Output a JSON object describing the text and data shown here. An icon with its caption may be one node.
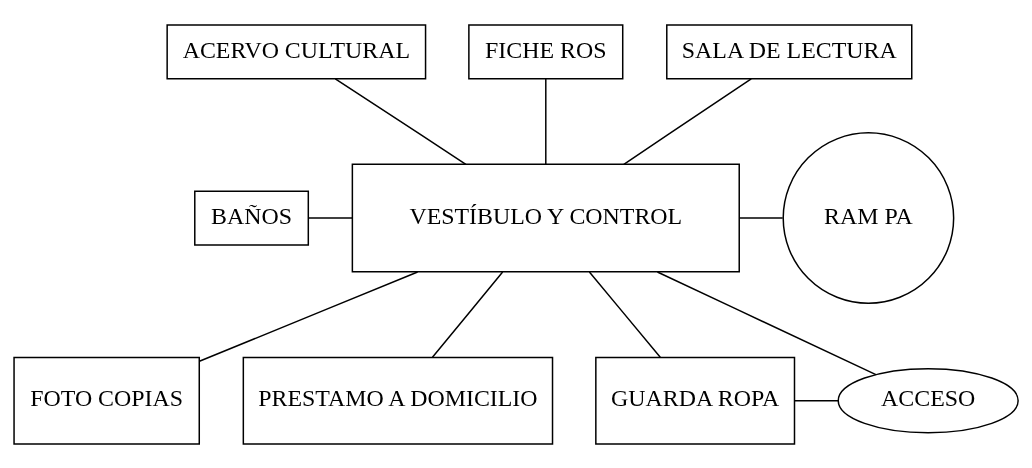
{
  "diagram": {
    "nodes": [
      {
        "text": [
          "ACERVO CULTURAL"
        ]
      },
      {
        "text": [
          "FICHE ROS"
        ]
      },
      {
        "text": [
          "SALA DE LECTURA"
        ]
      },
      {
        "text": [
          "VESTÍBULO Y CONTROL"
        ]
      },
      {
        "text": [
          "BAÑOS"
        ]
      },
      {
        "text": [
          "RAM PA"
        ]
      },
      {
        "text": [
          "FOTO COPIAS"
        ]
      },
      {
        "text": [
          "PRESTAMO A DOMICILIO"
        ]
      },
      {
        "text": [
          "GUARDA ROPA"
        ]
      },
      {
        "text": [
          "ACCESO"
        ]
      }
    ],
    "edges": [
      {
        "from": 0,
        "to": 3,
        "arrow": "none"
      },
      {
        "from": 1,
        "to": 3,
        "arrow": "none"
      },
      {
        "from": 2,
        "to": 3,
        "arrow": "none"
      },
      {
        "from": 4,
        "to": 3,
        "arrow": "none"
      },
      {
        "from": 3,
        "to": 5,
        "arrow": "none"
      },
      {
        "from": 3,
        "to": 6,
        "arrow": "none"
      },
      {
        "from": 3,
        "to": 7,
        "arrow": "none"
      },
      {
        "from": 3,
        "to": 8,
        "arrow": "none"
      },
      {
        "from": 3,
        "to": 9,
        "arrow": "none"
      },
      {
        "from": 8,
        "to": 9,
        "arrow": "none"
      }
    ]
  }
}
